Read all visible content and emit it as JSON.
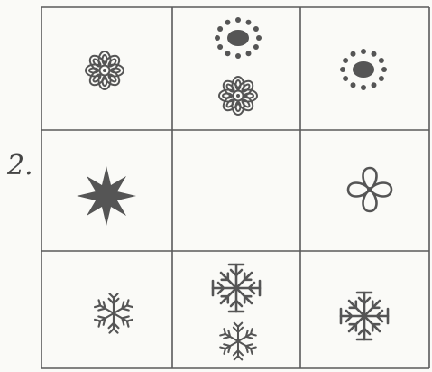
{
  "problem": {
    "number": "2.",
    "grid": {
      "rows": 3,
      "cols": 3,
      "cells": [
        {
          "row": 1,
          "col": 1,
          "icons": [
            "flower-icon"
          ]
        },
        {
          "row": 1,
          "col": 2,
          "icons": [
            "dotted-ring-icon",
            "flower-icon"
          ]
        },
        {
          "row": 1,
          "col": 3,
          "icons": [
            "dotted-ring-icon"
          ]
        },
        {
          "row": 2,
          "col": 1,
          "icons": [
            "eight-point-star-icon"
          ]
        },
        {
          "row": 2,
          "col": 2,
          "icons": []
        },
        {
          "row": 2,
          "col": 3,
          "icons": [
            "four-loop-knot-icon"
          ]
        },
        {
          "row": 3,
          "col": 1,
          "icons": [
            "snowflake-icon"
          ]
        },
        {
          "row": 3,
          "col": 2,
          "icons": [
            "large-snowflake-icon",
            "snowflake-icon"
          ]
        },
        {
          "row": 3,
          "col": 3,
          "icons": [
            "large-snowflake-icon"
          ]
        }
      ]
    }
  }
}
